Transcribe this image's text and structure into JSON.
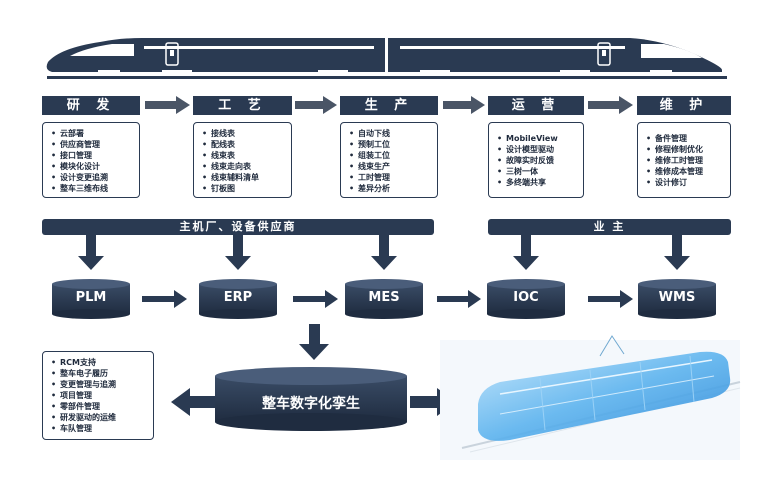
{
  "stages": [
    {
      "label": "研 发",
      "items": [
        "云部署",
        "供应商管理",
        "接口管理",
        "模块化设计",
        "设计变更追溯",
        "整车三维布线"
      ]
    },
    {
      "label": "工 艺",
      "items": [
        "接线表",
        "配线表",
        "线束表",
        "线束走向表",
        "线束辅料清单",
        "钉板图"
      ]
    },
    {
      "label": "生 产",
      "items": [
        "自动下线",
        "预制工位",
        "组装工位",
        "线束生产",
        "工时管理",
        "差异分析"
      ]
    },
    {
      "label": "运 营",
      "items": [
        "MobileView",
        "设计模型驱动",
        "故障实时反馈",
        "三树一体",
        "多终端共享"
      ]
    },
    {
      "label": "维 护",
      "items": [
        "备件管理",
        "修程修制优化",
        "维修工时管理",
        "维修成本管理",
        "设计修订"
      ]
    }
  ],
  "bars": {
    "left": "主机厂、设备供应商",
    "right": "业 主"
  },
  "systems": [
    "PLM",
    "ERP",
    "MES",
    "IOC",
    "WMS"
  ],
  "twin": {
    "label": "整车数字化孪生",
    "features": [
      "RCM支持",
      "整车电子履历",
      "变更管理与追溯",
      "项目管理",
      "零部件管理",
      "研发驱动的运维",
      "车队管理"
    ]
  },
  "colors": {
    "navy": "#2a3a52",
    "stage_arrow": "#4a5566",
    "train_blue": "#4fa8e6"
  }
}
